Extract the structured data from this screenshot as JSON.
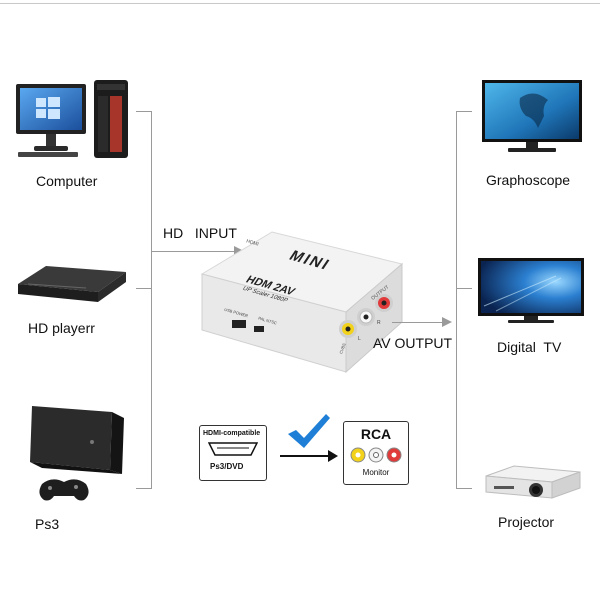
{
  "left_devices": [
    {
      "label": "Computer",
      "icon": "computer-icon"
    },
    {
      "label": "HD playerr",
      "icon": "hd-player-icon"
    },
    {
      "label": "Ps3",
      "icon": "ps3-console-icon"
    }
  ],
  "right_devices": [
    {
      "label": "Graphoscope",
      "icon": "graphoscope-tv-icon"
    },
    {
      "label": "Digital  TV",
      "icon": "digital-tv-icon"
    },
    {
      "label": "Projector",
      "icon": "projector-icon"
    }
  ],
  "connections": {
    "input_label": "HD   INPUT",
    "output_label": "AV OUTPUT"
  },
  "device": {
    "brand": "MINI",
    "model": "HDM 2AV",
    "subtitle": "UP Scaler 1080P",
    "side_label": "HDMI",
    "output_label": "OUTPUT",
    "power_label": "USB POWER",
    "switch_label": "PAL NTSC",
    "port_labels": [
      "CVBS",
      "L",
      "R"
    ]
  },
  "compat": {
    "left_title": "HDMI-compatible",
    "left_sub": "Ps3/DVD",
    "right_title": "RCA",
    "right_sub": "Monitor"
  },
  "colors": {
    "line": "#9a9a9a",
    "check": "#1f7fd6",
    "rca_yellow": "#f2d21a",
    "rca_white": "#f4f4f4",
    "rca_red": "#e03a3a"
  }
}
